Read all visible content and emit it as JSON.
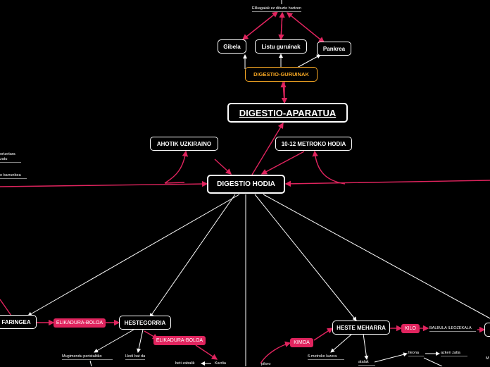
{
  "root": "DIGESTIO-APARATUA",
  "hub": "DIGESTIO HODIA",
  "nodes": {
    "digestio_guruinak": "DIGESTIO-GURUINAK",
    "gibela": "Gibela",
    "listu_guruinak": "Listu guruinak",
    "pankrea": "Pankrea",
    "ahotik": "AHOTIK UZKIRAINO",
    "metroko": "10-12 METROKO HODIA",
    "faringea": "FARINGEA",
    "hestegorria": "HESTEGORRIA",
    "heste_meharra": "HESTE MEHARRA"
  },
  "pills": {
    "elikadura_1": "ELIKADURA-BOLOA",
    "elikadura_2": "ELIKADURA-BOLOA",
    "kimoa": "KIMOA",
    "kiloa": "KILO"
  },
  "labels": {
    "elikagaiak": "Elikagaiak ez dituzte hartzen",
    "ortzetara": "ortzetara",
    "zatu": "zatu",
    "barrunbea": "o barrunbea",
    "mugimendu": "Mugimendu peristaltiko",
    "hodi_bat": "Hodi bat da",
    "beti_zabalik": "beti zabalik",
    "kardia": "Kardia",
    "piloro": "piloro",
    "metroko_luzera": "6-metroko luzera",
    "atalak": "atalak",
    "ileona": "Ileona",
    "azken_zatia": "azken zatia",
    "balbula": "BALBULA ILEOZEKALA",
    "edge_m": "M"
  },
  "colors": {
    "accent": "#e0245e",
    "orange": "#f5a623",
    "line": "#ffffff",
    "bg": "#000000"
  }
}
